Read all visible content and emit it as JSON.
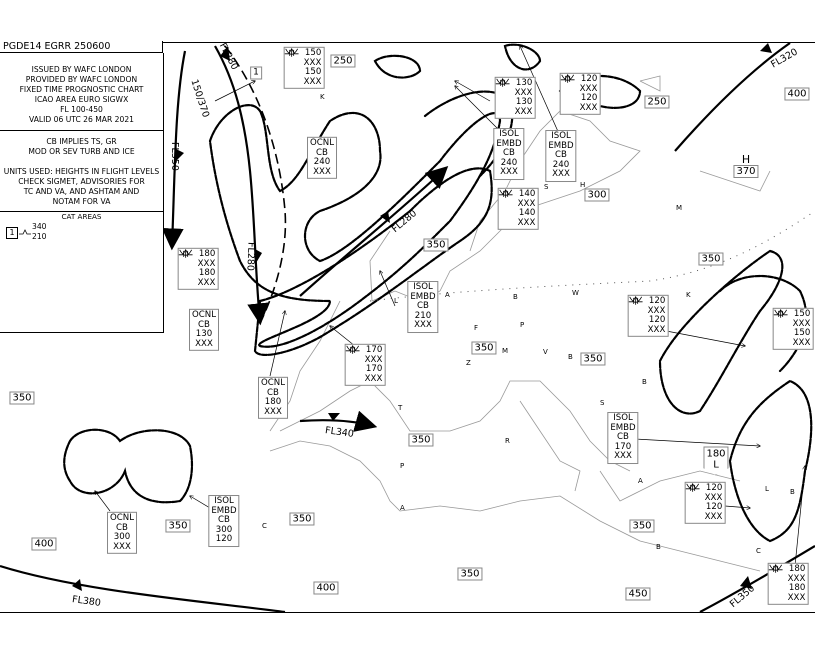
{
  "header": {
    "chart_id": "PGDE14 EGRR 250600"
  },
  "legend": {
    "issue_lines": [
      "ISSUED BY WAFC LONDON",
      "PROVIDED BY WAFC LONDON",
      "FIXED TIME PROGNOSTIC CHART",
      "ICAO AREA EURO SIGWX",
      "FL 100-450",
      "VALID 06 UTC 26 MAR 2021"
    ],
    "notes": [
      "CB IMPLIES TS, GR",
      "MOD OR SEV TURB AND ICE",
      "",
      "UNITS USED: HEIGHTS IN FLIGHT LEVELS",
      "CHECK SIGMET, ADVISORIES FOR",
      "TC AND VA, AND ASHTAM AND",
      "NOTAM FOR VA"
    ],
    "cat_title": "CAT AREAS",
    "cat_areas": [
      {
        "id": "1",
        "top": "340",
        "base": "210"
      }
    ]
  },
  "cat_markers": [
    "1"
  ],
  "tropopause": [
    "250",
    "250",
    "400",
    "300",
    "350",
    "350",
    "350",
    "350",
    "350",
    "350",
    "350",
    "350",
    "350",
    "400",
    "400",
    "350",
    "450"
  ],
  "pressure_centres": [
    {
      "type": "H",
      "level": "370"
    },
    {
      "type": "L",
      "level": "180"
    }
  ],
  "turb_icing": [
    {
      "turb_top": "150",
      "turb_base": "XXX",
      "ice_top": "150",
      "ice_base": "XXX"
    },
    {
      "turb_top": "130",
      "turb_base": "XXX",
      "ice_top": "130",
      "ice_base": "XXX"
    },
    {
      "turb_top": "120",
      "turb_base": "XXX",
      "ice_top": "120",
      "ice_base": "XXX"
    },
    {
      "turb_top": "140",
      "turb_base": "XXX",
      "ice_top": "140",
      "ice_base": "XXX"
    },
    {
      "turb_top": "180",
      "turb_base": "XXX",
      "ice_top": "180",
      "ice_base": "XXX"
    },
    {
      "turb_top": "170",
      "turb_base": "XXX",
      "ice_top": "170",
      "ice_base": "XXX"
    },
    {
      "turb_top": "120",
      "turb_base": "XXX",
      "ice_top": "120",
      "ice_base": "XXX"
    },
    {
      "turb_top": "150",
      "turb_base": "XXX",
      "ice_top": "150",
      "ice_base": "XXX"
    },
    {
      "turb_top": "120",
      "turb_base": "XXX",
      "ice_top": "120",
      "ice_base": "XXX"
    },
    {
      "turb_top": "180",
      "turb_base": "XXX",
      "ice_top": "180",
      "ice_base": "XXX"
    }
  ],
  "cb_areas": [
    {
      "lines": [
        "OCNL",
        "CB",
        "240",
        "XXX"
      ]
    },
    {
      "lines": [
        "ISOL",
        "EMBD",
        "CB",
        "240",
        "XXX"
      ]
    },
    {
      "lines": [
        "ISOL",
        "EMBD",
        "CB",
        "240",
        "XXX"
      ]
    },
    {
      "lines": [
        "ISOL",
        "EMBD",
        "CB",
        "210",
        "XXX"
      ]
    },
    {
      "lines": [
        "OCNL",
        "CB",
        "130",
        "XXX"
      ]
    },
    {
      "lines": [
        "OCNL",
        "CB",
        "180",
        "XXX"
      ]
    },
    {
      "lines": [
        "ISOL",
        "EMBD",
        "CB",
        "170",
        "XXX"
      ]
    },
    {
      "lines": [
        "OCNL",
        "CB",
        "300",
        "XXX"
      ]
    },
    {
      "lines": [
        "ISOL",
        "EMBD",
        "CB",
        "300",
        "120"
      ]
    }
  ],
  "jet_streams": [
    {
      "label": "FL280"
    },
    {
      "label": "150/370"
    },
    {
      "label": "FL350"
    },
    {
      "label": "FL280"
    },
    {
      "label": "FL280"
    },
    {
      "label": "FL340"
    },
    {
      "label": "FL380"
    },
    {
      "label": "FL350"
    },
    {
      "label": "FL320"
    }
  ],
  "places": [
    "K",
    "S",
    "H",
    "M",
    "L",
    "A",
    "B",
    "W",
    "F",
    "P",
    "Z",
    "M",
    "V",
    "B",
    "T",
    "R",
    "P",
    "A",
    "C",
    "B",
    "K",
    "B",
    "S",
    "A",
    "L",
    "B",
    "C"
  ],
  "colors": {
    "line": "#000000",
    "coast": "#999999",
    "box_border": "#888888"
  }
}
